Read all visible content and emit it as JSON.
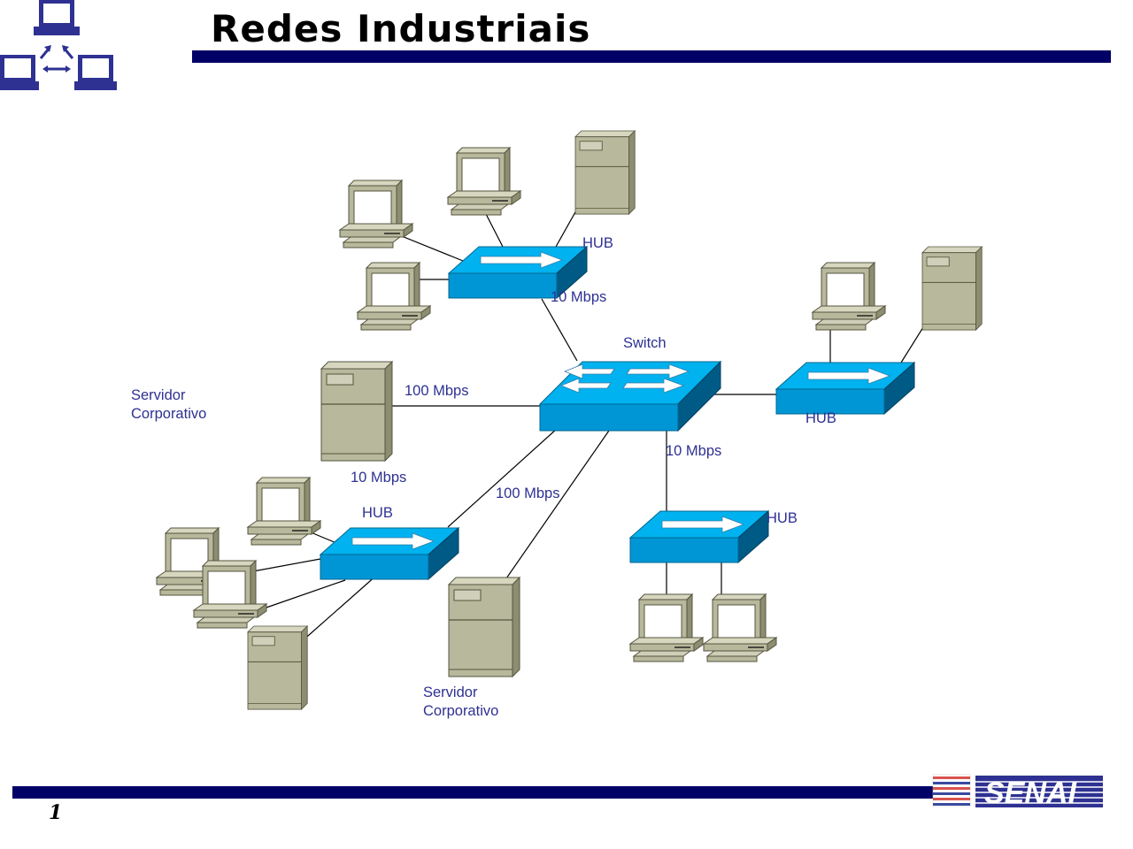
{
  "slide": {
    "title": "Redes Industriais",
    "page_number": "1",
    "footer_logo_text": "SENAI",
    "colors": {
      "accent_bar": "#000066",
      "label_text": "#2e3192",
      "device_blue": "#0096d6",
      "device_beige": "#b8b89c"
    }
  },
  "diagram": {
    "switch_label": "Switch",
    "hub_labels": [
      "HUB",
      "HUB",
      "HUB",
      "HUB"
    ],
    "speed_labels": {
      "top_hub_link": "10 Mbps",
      "server_link": "100 Mbps",
      "left_hub_link": "10 Mbps",
      "lower_link": "100 Mbps",
      "bottom_hub_link": "10 Mbps"
    },
    "server_labels": {
      "left_line1": "Servidor",
      "left_line2": "Corporativo",
      "bottom_line1": "Servidor",
      "bottom_line2": "Corporativo"
    }
  }
}
